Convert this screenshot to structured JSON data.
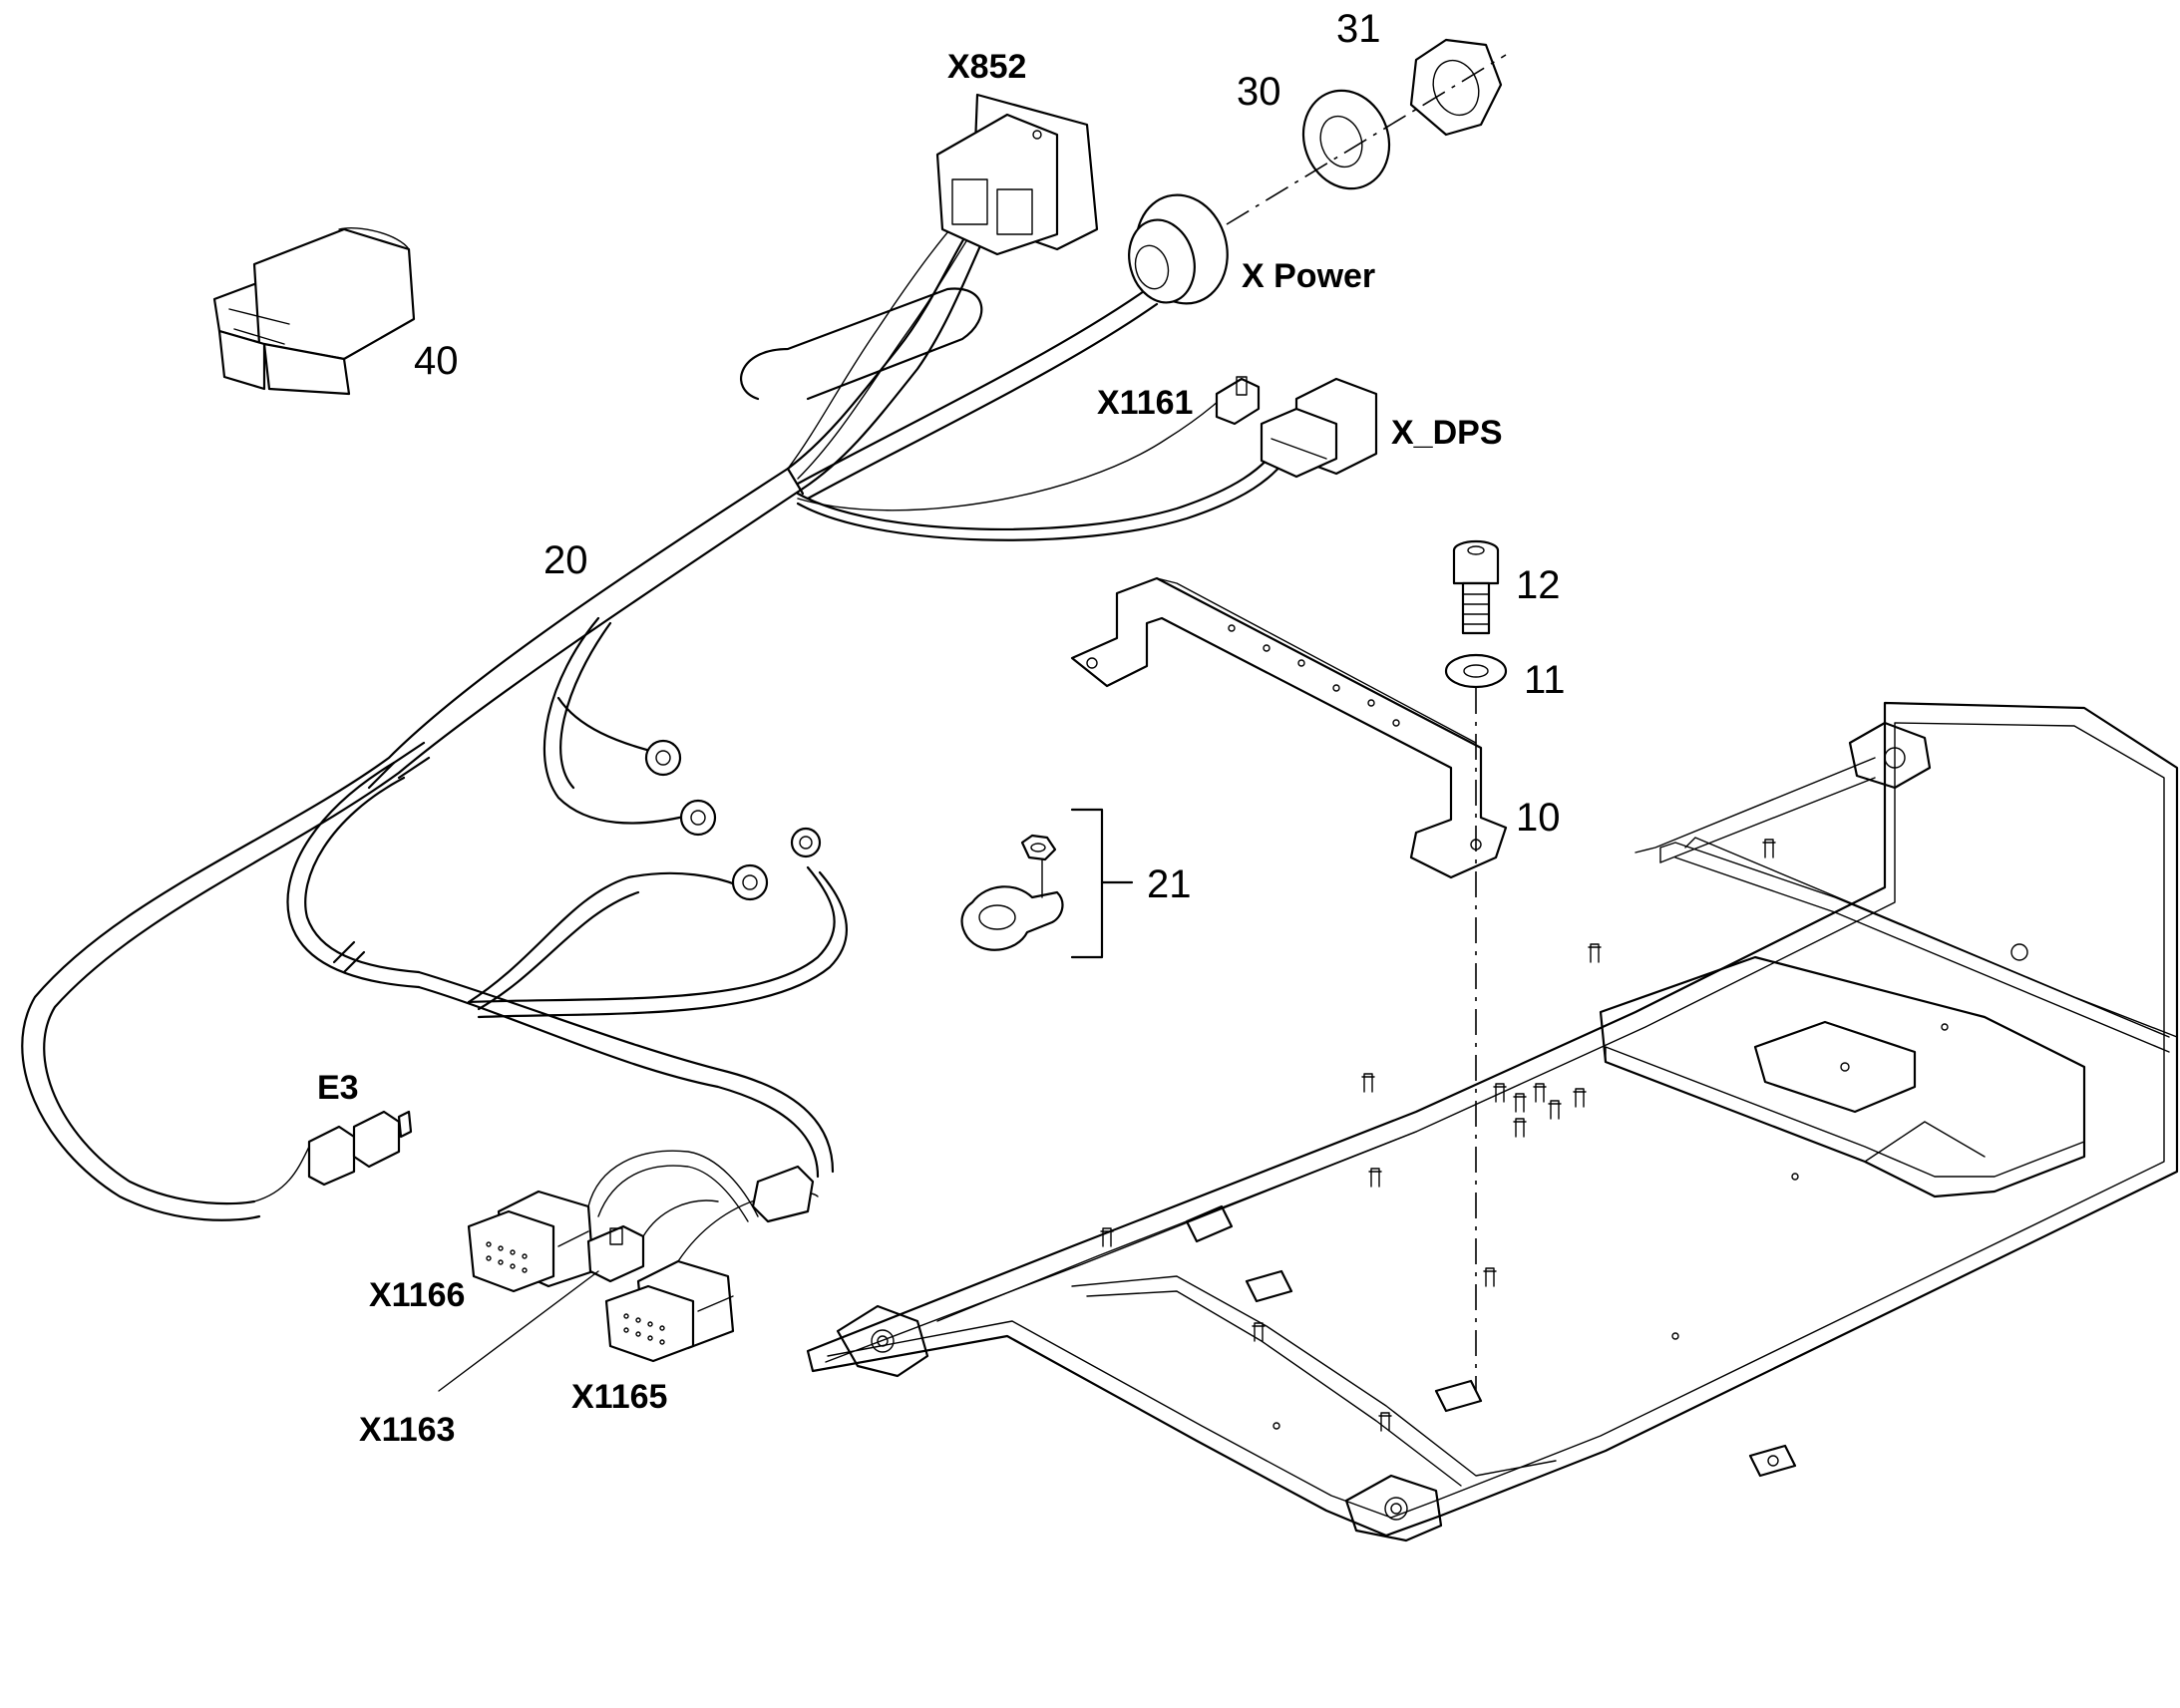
{
  "labels": {
    "x852": "X852",
    "x_power": "X Power",
    "x1161": "X1161",
    "x_dps": "X_DPS",
    "e3": "E3",
    "x1166": "X1166",
    "x1163": "X1163",
    "x1165": "X1165",
    "n10": "10",
    "n11": "11",
    "n12": "12",
    "n20": "20",
    "n21": "21",
    "n30": "30",
    "n31": "31",
    "n40": "40"
  }
}
